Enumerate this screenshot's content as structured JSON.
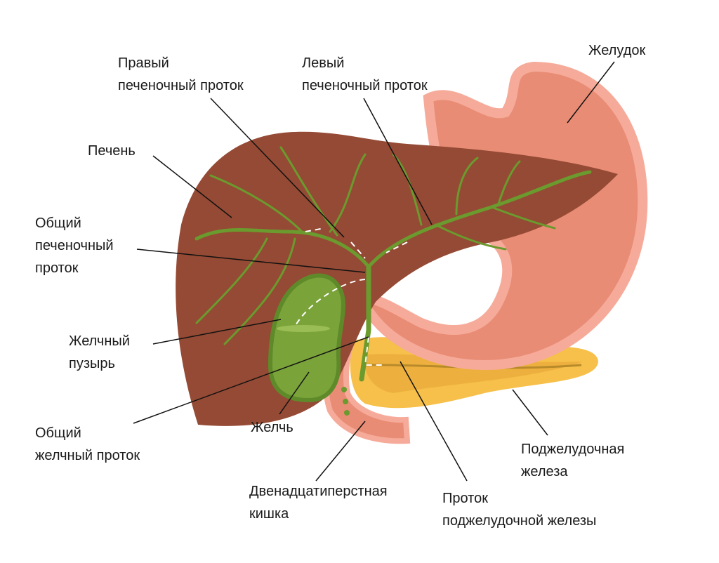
{
  "labels": {
    "right_duct": [
      "Правый",
      "печеночный проток"
    ],
    "left_duct": [
      "Левый",
      "печеночный проток"
    ],
    "stomach": [
      "Желудок"
    ],
    "liver": [
      "Печень"
    ],
    "common_hepatic": [
      "Общий",
      "печеночный",
      "проток"
    ],
    "gallbladder": [
      "Желчный",
      "пузырь"
    ],
    "common_bile": [
      "Общий",
      "желчный проток"
    ],
    "bile": [
      "Желчь"
    ],
    "duodenum": [
      "Двенадцатиперстная",
      "кишка"
    ],
    "pancreatic_duct": [
      "Проток",
      "поджелудочной железы"
    ],
    "pancreas": [
      "Поджелудочная",
      "железа"
    ]
  },
  "colors": {
    "liver": "#944a34",
    "stomach_outer": "#f6ab9a",
    "stomach_inner": "#e98c75",
    "pancreas": "#f6c04a",
    "gallbladder": "#7aa33a",
    "duct": "#6b9a2e"
  }
}
